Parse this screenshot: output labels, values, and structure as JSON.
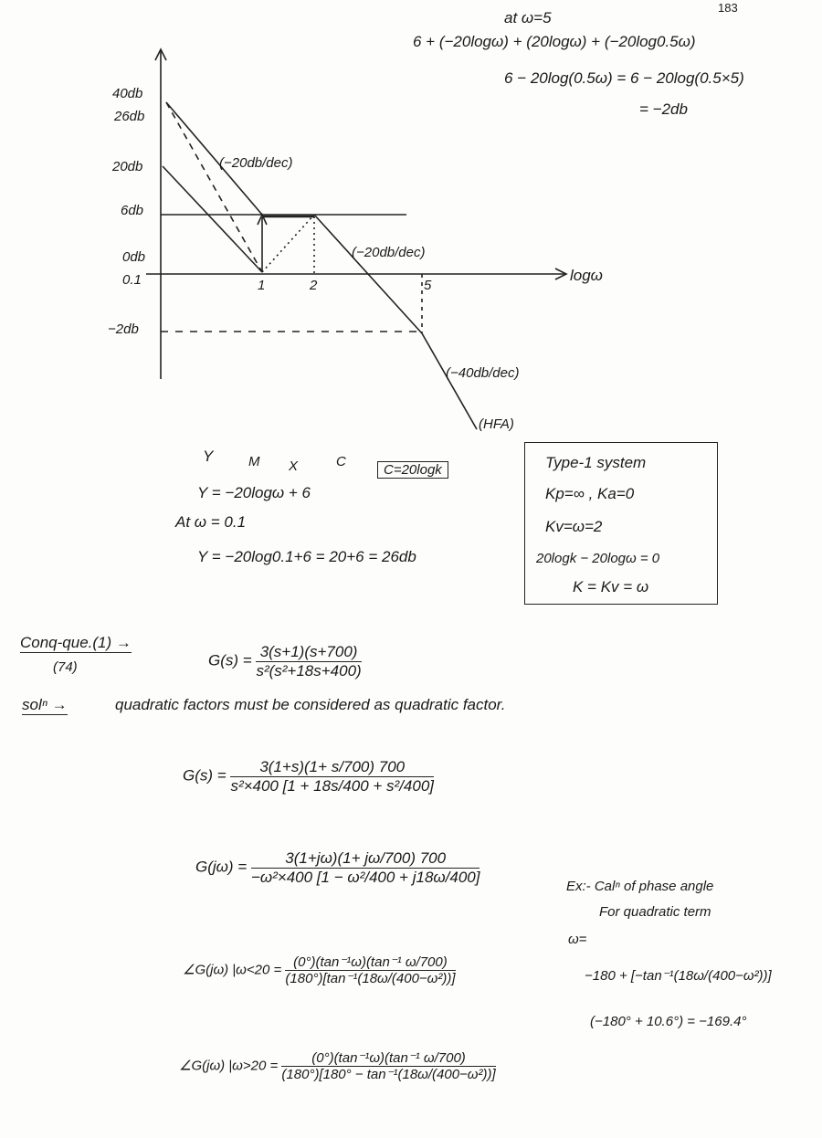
{
  "page_number": "183",
  "top_calc": {
    "line1": "at ω=5",
    "line2": "6 + (−20logω) + (20logω) + (−20log0.5ω)",
    "line3": "6 − 20log(0.5ω) = 6 − 20log(0.5×5)",
    "line4": "= −2db"
  },
  "plot": {
    "y_labels": [
      "40db",
      "26db",
      "20db",
      "6db",
      "0db",
      "0.1",
      "−2db"
    ],
    "x_labels": [
      "1",
      "2",
      "5"
    ],
    "x_axis_label": "logω",
    "annotations": [
      "(−20db/dec)",
      "(−20db/dec)",
      "(−40db/dec)",
      "(HFA)"
    ]
  },
  "line_eq": {
    "header": [
      "Y",
      "M",
      "X",
      "C"
    ],
    "c_box": "C=20logk",
    "eq1": "Y = −20logω + 6",
    "at": "At ω = 0.1",
    "eq2": "Y = −20log0.1+6 = 20+6 = 26db"
  },
  "type_box": {
    "lines": [
      "Type-1 system",
      "Kp=∞ , Ka=0",
      "Kv=ω=2",
      "20logk − 20logω = 0",
      "K = Kv = ω"
    ]
  },
  "problem": {
    "label": "Conq-que.(1) →",
    "sub": "(74)",
    "gs_lhs": "G(s) =",
    "gs_num": "3(s+1)(s+700)",
    "gs_den": "s²(s²+18s+400)",
    "sol_label": "solⁿ →",
    "sol_text": "quadratic factors must be considered as quadratic factor."
  },
  "derivation": {
    "g1_lhs": "G(s) =",
    "g1_num": "3(1+s)(1+ s/700) 700",
    "g1_den": "s²×400 [1 + 18s/400 + s²/400]",
    "g2_lhs": "G(jω) =",
    "g2_num": "3(1+jω)(1+ jω/700) 700",
    "g2_den": "−ω²×400 [1 − ω²/400 + j18ω/400]",
    "p1_lhs": "∠G(jω) |ω<20 =",
    "p1_num": "(0°)(tan⁻¹ω)(tan⁻¹ ω/700)",
    "p1_den": "(180°)[tan⁻¹(18ω/(400−ω²))]",
    "p2_lhs": "∠G(jω) |ω>20 =",
    "p2_num": "(0°)(tan⁻¹ω)(tan⁻¹ ω/700)",
    "p2_den": "(180°)[180° − tan⁻¹(18ω/(400−ω²))]"
  },
  "example": {
    "l1": "Ex:- Calⁿ of phase angle",
    "l2": "For quadratic term",
    "l3": "ω=",
    "l4": "−180 + [−tan⁻¹(18ω/(400−ω²))]",
    "l5": "(−180° + 10.6°) = −169.4°"
  }
}
